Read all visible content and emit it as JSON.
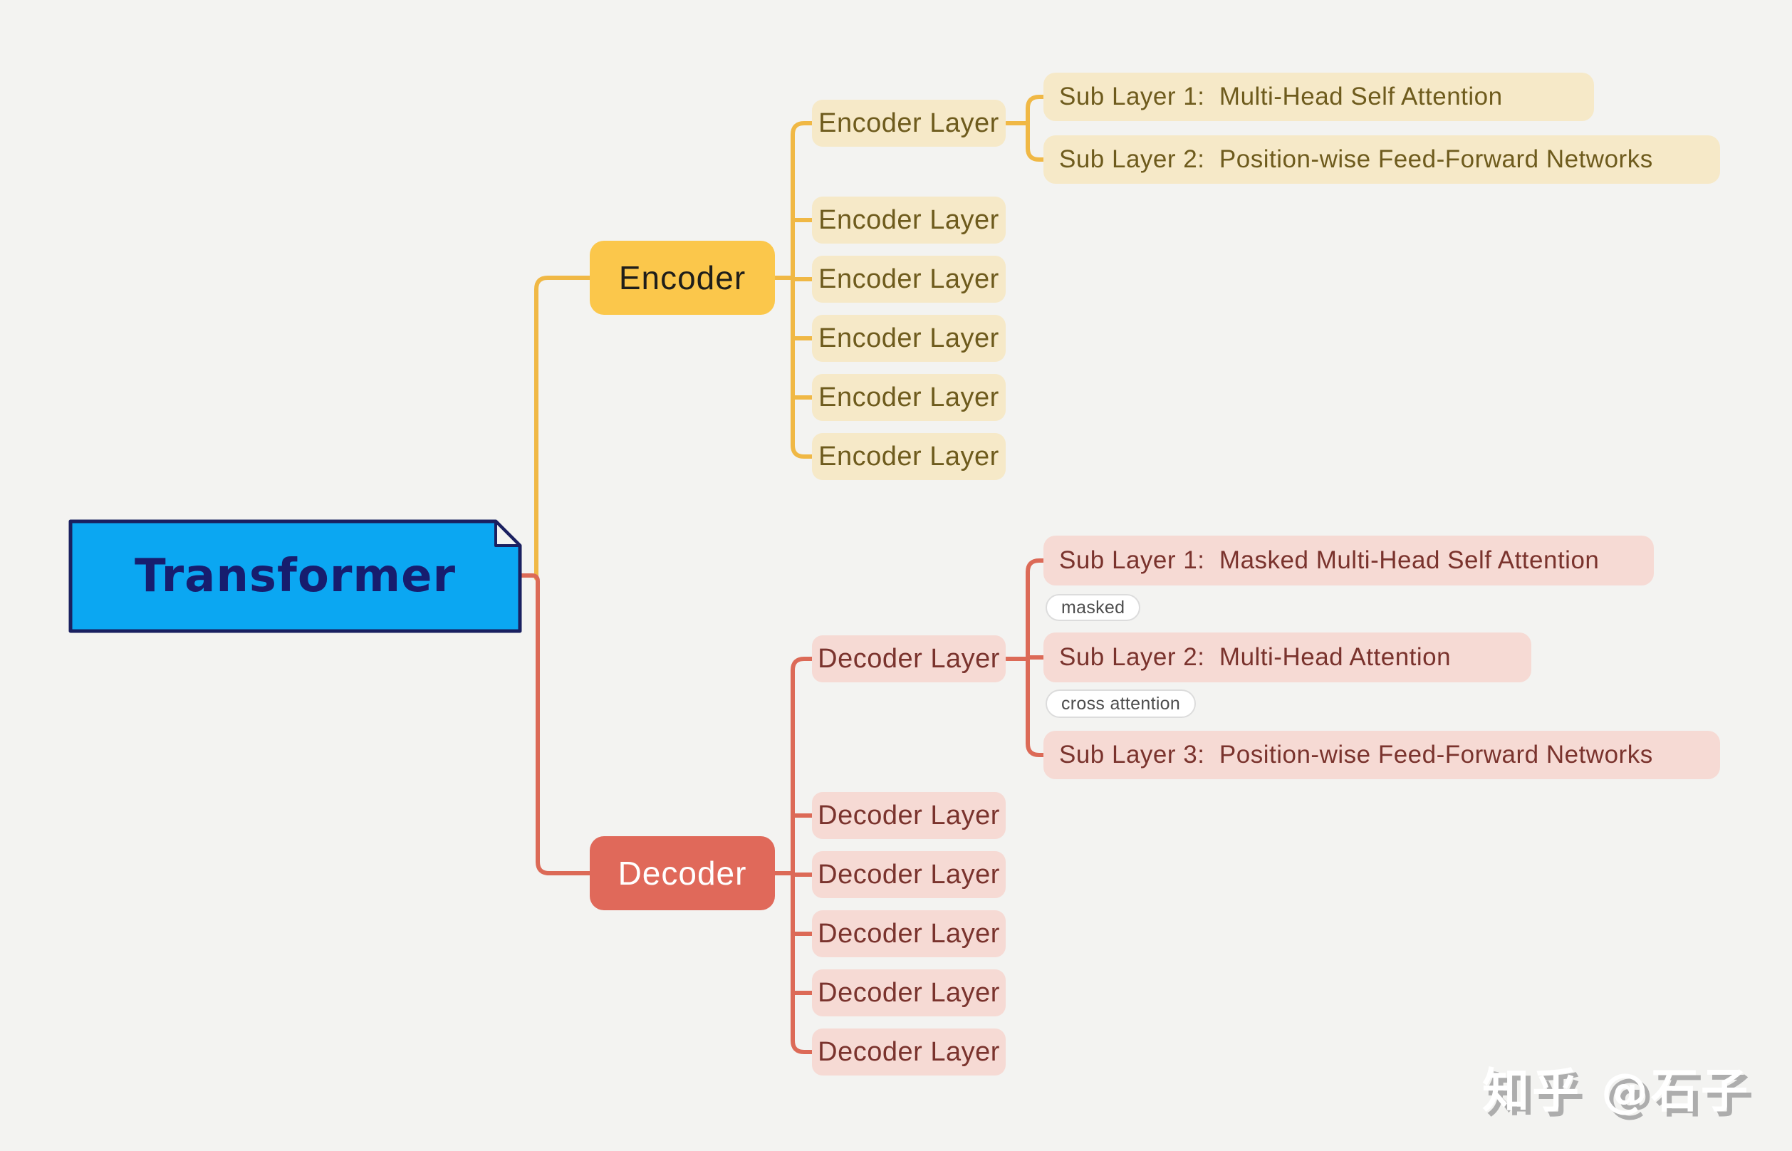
{
  "canvas": {
    "background": "#F3F3F1"
  },
  "root": {
    "label": "Transformer",
    "fill": "#0BA7F2",
    "border_color": "#1A2060",
    "text_color": "#171D6E"
  },
  "encoder": {
    "label": "Encoder",
    "node_fill": "#FBC74B",
    "line_color": "#F0B845",
    "layer_fill": "#F6E9C8",
    "layer_text_color": "#6E5B1D",
    "layers": [
      "Encoder Layer",
      "Encoder Layer",
      "Encoder Layer",
      "Encoder Layer",
      "Encoder Layer",
      "Encoder Layer"
    ],
    "sublayers": [
      "Sub Layer 1:  Multi-Head Self Attention",
      "Sub Layer 2:  Position-wise Feed-Forward Networks"
    ]
  },
  "decoder": {
    "label": "Decoder",
    "node_fill": "#E0695A",
    "line_color": "#DC6A57",
    "layer_fill": "#F6DAD4",
    "layer_text_color": "#7A332D",
    "layers": [
      "Decoder Layer",
      "Decoder Layer",
      "Decoder Layer",
      "Decoder Layer",
      "Decoder Layer",
      "Decoder Layer"
    ],
    "sublayers": [
      "Sub Layer 1:  Masked Multi-Head Self Attention",
      "Sub Layer 2:  Multi-Head Attention",
      "Sub Layer 3:  Position-wise Feed-Forward Networks"
    ],
    "tags": [
      "masked",
      "cross attention"
    ]
  },
  "watermark": {
    "text": "知乎 @石子"
  }
}
